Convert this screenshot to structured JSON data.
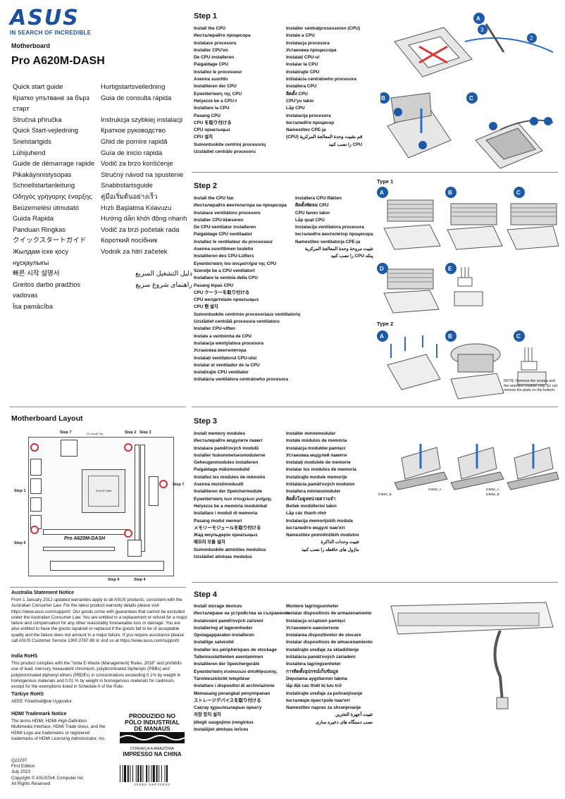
{
  "brand": {
    "logo_text": "ASUS",
    "tagline": "IN SEARCH OF INCREDIBLE"
  },
  "product": {
    "category": "Motherboard",
    "model": "Pro A620M-DASH"
  },
  "quick_start_languages": [
    [
      "Quick start guide",
      "Hurtigstartsveiledning"
    ],
    [
      "Кратко упътване за бърз старт",
      "Guia de consulta rápida"
    ],
    [
      "Stručná příručka",
      "Instrukcja szybkiej instalacji"
    ],
    [
      "Quick Start-vejledning",
      "Краткое руководство"
    ],
    [
      "Snelstartgids",
      "Ghid de pornire rapidă"
    ],
    [
      "Lühijuhend",
      "Guía de inicio rápida"
    ],
    [
      "Guide de démarrage rapide",
      "Vodič za brzo korišćenje"
    ],
    [
      "Pikakäynnistysopas",
      "Stručný návod na spustenie"
    ],
    [
      "Schnellstartanleitung",
      "Snabbstartsguide"
    ],
    [
      "Οδηγός γρήγορης έναρξης",
      "คู่มือเริ่มต้นอย่างเร็ว"
    ],
    [
      "Beüzemelési útmutató",
      "Hızlı Başlatma Kılavuzu"
    ],
    [
      "Guida Rapida",
      "Hướng dẫn khởi động nhanh"
    ],
    [
      "Panduan Ringkas",
      "Vodič za brzi početak rada"
    ],
    [
      "クイックスタートガイド",
      "Короткий посібник"
    ],
    [
      "Жылдам іске қосу нұсқаулығы",
      "Vodnik za hitri začetek"
    ],
    [
      "빠른 시작 설명서",
      "دليل التشغيل السريع"
    ],
    [
      "Greitos darbo pradžios vadovas",
      "راهنمای شروع سریع"
    ],
    [
      "Īsa pamācība",
      ""
    ]
  ],
  "step1": {
    "title": "Step 1",
    "col1": [
      "Install the CPU",
      "Инсталирайте процесора",
      "Instalace procesoru",
      "Installer CPU'en",
      "De CPU installeren",
      "Paigaldage CPU",
      "Installez le processeur",
      "Asenna suoritin",
      "Installieren der CPU",
      "Εγκατάσταση της CPU",
      "Helyezze be a CPU-t",
      "Installare la CPU",
      "Pasang CPU",
      "CPU を取り付ける",
      "CPU орнатыңыз",
      "CPU 설치",
      "Sumontuokite centrinį procesorių",
      "Uzstādiet centrālo procesoru"
    ],
    "col2": [
      "Installer sentralprosessoren (CPU)",
      "Instale a CPU",
      "Instalacja procesora",
      "Установка процессора",
      "Instalați CPU-ul",
      "Instalar la CPU",
      "Instalirajte CPU",
      "Inštalácia centrálneho procesora",
      "Installera CPU",
      "ติดตั้ง CPU",
      "CPU'yu takın",
      "Lắp CPU",
      "Instalacija procesora",
      "Інсталюйте процесор",
      "Namestitev CPE-ja",
      "قم بتثبيت وحدة المعالجة المركزية (CPU)",
      "CPU را نصب کنید"
    ]
  },
  "step2": {
    "title": "Step 2",
    "col1": [
      "Install the CPU fan",
      "Инсталирайте вентилатора на процесора",
      "Instalace ventilátoru procesoru",
      "Installer CPU-blæseren",
      "De CPU-ventilator installeren",
      "Paigaldage CPU ventilaator",
      "Installez le ventilateur du processeur",
      "Asenna suorittimen tuuletin",
      "Installieren des CPU-Lüfters",
      "Εγκατάσταση του ανεμιστήρα της CPU",
      "Szerelje be a CPU ventilátort",
      "Installare la ventola della CPU",
      "Pasang kipas CPU",
      "CPU クーラーを取り付ける",
      "CPU желдеткішін орнатыңыз",
      "CPU 팬 설치",
      "Sumontuokite centrinio procesoriaus ventiliatorių",
      "Uzstādiet centrālā procesora ventilatoru",
      "Installer CPU-viften",
      "Instale a ventoinha de CPU",
      "Instalacja wentylatora procesora",
      "Установка вентилятора",
      "Instalați ventilatorul CPU-ului",
      "Instalar el ventilador de la CPU",
      "Instalirajte CPU ventilator",
      "Inštalácia ventilátora centrálneho procesora"
    ],
    "col2": [
      "Installera CPU-fläkten",
      "ติดตั้งพัดลม CPU",
      "CPU fanını takın",
      "Lắp quạt CPU",
      "Instalacija ventilatora procesora",
      "Інсталюйте вентилятор процесора",
      "Namestitev ventilatorja CPE-ja",
      "تثبيت مروحة وحدة المعالجة المركزية",
      "پنکه CPU را نصب کنید"
    ],
    "type1_label": "Type 1",
    "type2_label": "Type 2",
    "note": "NOTE: Remove the screws and the retention module only. Do not remove the plate on the bottom."
  },
  "step3": {
    "title": "Step 3",
    "col1": [
      "Install memory modules",
      "Инсталирайте модулите памет",
      "Instalace paměťových modulů",
      "Installer hukommelsesmodulerne",
      "Geheugenmodules installeren",
      "Paigaldage mälumoodulid",
      "Installez les modules de mémoire",
      "Asenna muistimoduulit",
      "Installieren der Speichermodule",
      "Εγκατάσταση των στοιχείων μνήμης",
      "Helyezze be a memória modulokat",
      "Installare i moduli di memoria",
      "Pasang modul memori",
      "メモリーモジュールを取り付ける",
      "Жад моульдерін орнатыңыз",
      "메모리 모듈 설치",
      "Sumontuokite atminties modulius",
      "Uzstādiet atmiņas moduļus"
    ],
    "col2": [
      "Installer minnemoduler",
      "Instale módulos de memória",
      "Instalacja modułów pamięci",
      "Установка модулей памяти",
      "Instalați modulele de memorie",
      "Instalar los módulos de memoria",
      "Instalirajte module memorije",
      "Inštalácia pamäťových modulov",
      "Installera minnesmoduler",
      "ติดตั้งโมดูลหน่วยความจำ",
      "Bellek modüllerini takın",
      "Lắp các thanh nhớ",
      "Instalacija memorijskih modula",
      "Інсталюйте модулі пам'яті",
      "Namestitev pomnilniških modulov",
      "تثبيت وحدات الذاكرة",
      "ماژول های حافظه را نصب کنید"
    ],
    "dimm_labels": [
      "DIMM_B",
      "DIMM_A",
      "DIMM_A",
      "DIMM_B"
    ]
  },
  "step4": {
    "title": "Step 4",
    "col1": [
      "Install storage devices",
      "Инсталиране на устройства за съхранение",
      "Instalování paměťových zařízení",
      "Installering af lagerenheder",
      "Opslagapparaten installeren",
      "Installige salvestid",
      "Installer les périphériques de stockage",
      "Tallennuslaitteiden asentaminen",
      "Installieren der Speichergeräte",
      "Εγκατάσταση συσκευών αποθήκευσης",
      "Tárolóeszközök telepítése",
      "Installare i dispositivi di archiviazione",
      "Memasang perangkat penyimpanan",
      "ストレージデバイスを取り付ける",
      "Сақтау құрылғыларын орнату",
      "저장 장치 설치",
      "Įdiegti saugojimo įrenginius",
      "Instalējiet atmiņas ierīces"
    ],
    "col2": [
      "Montere lagringsenheter",
      "Instalar dispositivos de armazenamento",
      "Instalacja urządzeń pamięci",
      "Установите накопители",
      "Instalarea dispozitivelor de stocare",
      "Instalar dispositivos de almacenamiento",
      "Instalirajte uređaje za skladištenje",
      "Inštalácia pamäťových zariadení",
      "Installera lagringsenheter",
      "การติดตั้งอุปกรณ์เก็บข้อมูล",
      "Depolama aygıtlarının takma",
      "lắp đặt các thiết bị lưu trữ",
      "Instalirajte uređaje za pohranjivanje",
      "Інсталяція пристроїв пам'яті",
      "Namestitev naprav za shranjevanje",
      "تثبيت أجهزة التخزين",
      "نصب دستگاه های ذخیره سازی"
    ]
  },
  "layout": {
    "title": "Motherboard Layout",
    "callouts": [
      "Step 7",
      "Step 2",
      "Step 3",
      "Step 1",
      "Step 7",
      "Step 5",
      "Step 6",
      "Step 4"
    ],
    "board_name": "Pro A620M-DASH",
    "dimension": "22.1cm(8.7in)",
    "socket": "SOCKET AM5"
  },
  "notices": {
    "australia_title": "Australia Statement Notice",
    "australia_text": "From 1 January 2012 updated warranties apply to all ASUS products, consistent with the Australian Consumer Law. For the latest product warranty details please visit https://www.asus.com/support/. Our goods come with guarantees that cannot be excluded under the Australian Consumer Law. You are entitled to a replacement or refund for a major failure and compensation for any other reasonably foreseeable loss or damage. You are also entitled to have the goods repaired or replaced if the goods fail to be of acceptable quality and the failure does not amount to a major failure. If you require assistance please call ASUS Customer Service 1300 2787 88 or visit us at https://www.asus.com/support/.",
    "india_title": "India RoHS",
    "india_text": "This product complies with the \"India E-Waste (Management) Rules, 2016\" and prohibits use of lead, mercury, hexavalent chromium, polybrominated biphenyls (PBBs) and polybrominated diphenyl ethers (PBDEs) in concentrations exceeding 0.1% by weight in homogenous materials and 0.01 % by weight in homogenous materials for cadmium, except for the exemptions listed in Schedule II of the Rule.",
    "turkey_title": "Türkiye RoHS",
    "turkey_text": "AEEE Yönetmeliğine Uygundur",
    "hdmi_title": "HDMI Trademark Notice",
    "hdmi_text": "The terms HDMI, HDMI High-Definition Multimedia Interface, HDMI Trade dress, and the HDMI Logo are trademarks or registered trademarks of HDMI Licensing Administrator, Inc."
  },
  "manaus": {
    "line1": "PRODUZIDO NO",
    "line2": "PÓLO INDUSTRIAL",
    "line3": "DE MANAUS",
    "tagline": "CONHEÇA A AMAZÔNIA",
    "printed": "IMPRESSO NA CHINA",
    "barcode_number": "1 5 0 6 0 - 2 6 P J 0 0 0 0"
  },
  "footer": {
    "code": "Q22297",
    "edition": "First Edition",
    "date": "July 2023",
    "copyright": "Copyright © ASUSTeK Computer Inc.",
    "rights": "All Rights Reserved"
  },
  "colors": {
    "brand_blue": "#1c4f9c",
    "marker_blue": "#1c5aa8",
    "arrow_blue": "#2a6cc4",
    "hole_red": "#cc3333"
  }
}
